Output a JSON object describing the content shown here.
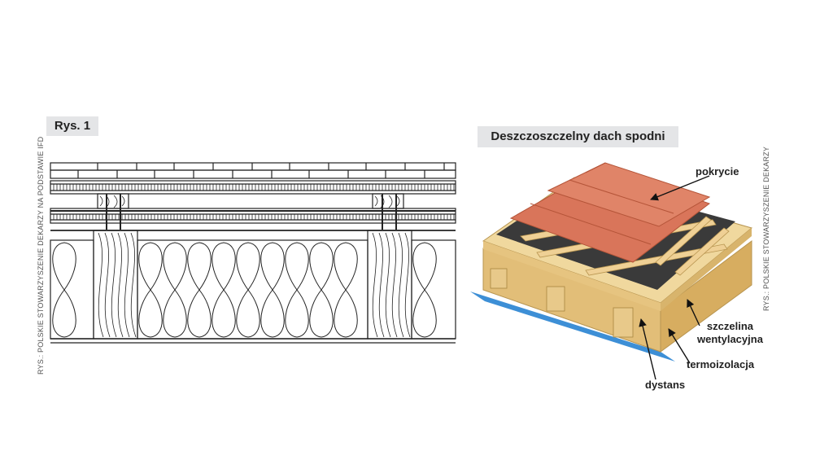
{
  "figure_label": "Rys. 1",
  "title": "Deszczoszczelny dach spodni",
  "credit_left": "RYS.: POLSKIE STOWARZYSZENIE DEKARZY NA PODSTAWIE IFD",
  "credit_right": "RYS.: POLSKIE STOWARZYSZENIE DEKARZY",
  "callouts": {
    "pokrycie": "pokrycie",
    "szczelina_line1": "szczelina",
    "szczelina_line2": "wentylacyjna",
    "termoizolacja": "termoizolacja",
    "dystans": "dystans"
  },
  "colors": {
    "tile": "#d9755a",
    "membrane": "#3a3a3a",
    "timber": "#e8c98a",
    "vapor_layer": "#3d8fd6"
  }
}
